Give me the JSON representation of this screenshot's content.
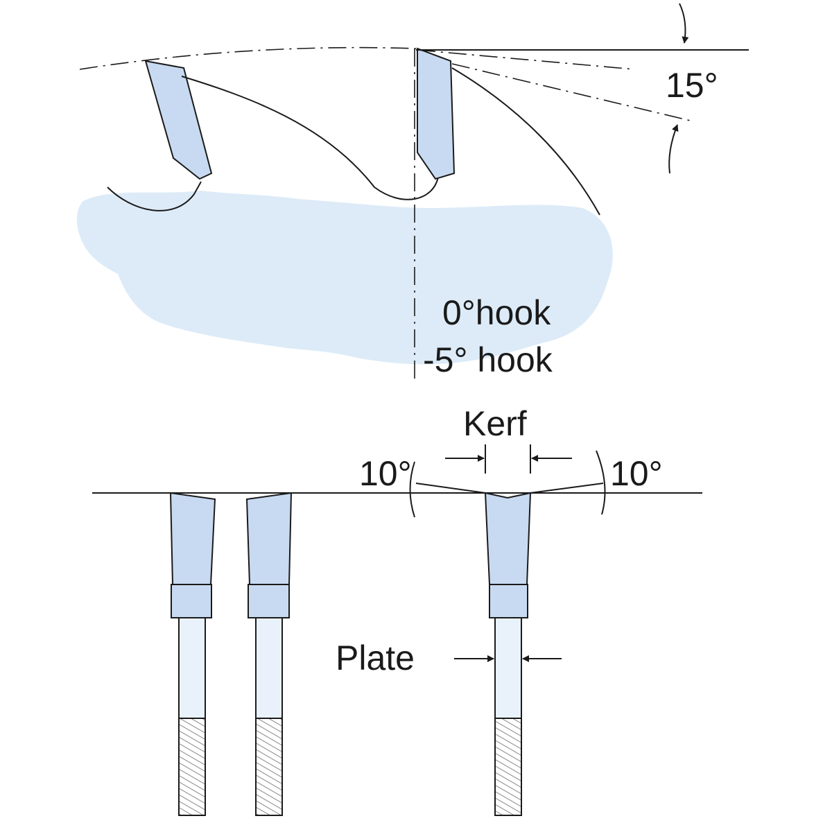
{
  "labels": {
    "hook_angle": "15°",
    "zero_hook": "0°hook",
    "neg_hook": "-5° hook",
    "kerf": "Kerf",
    "bevel_left": "10°",
    "bevel_right": "10°",
    "plate": "Plate"
  },
  "colors": {
    "blade_fill": "#ddebf8",
    "tooth_fill": "#c8daf1",
    "plate_fill": "#e9f2fb",
    "line": "#1a1a1a"
  }
}
